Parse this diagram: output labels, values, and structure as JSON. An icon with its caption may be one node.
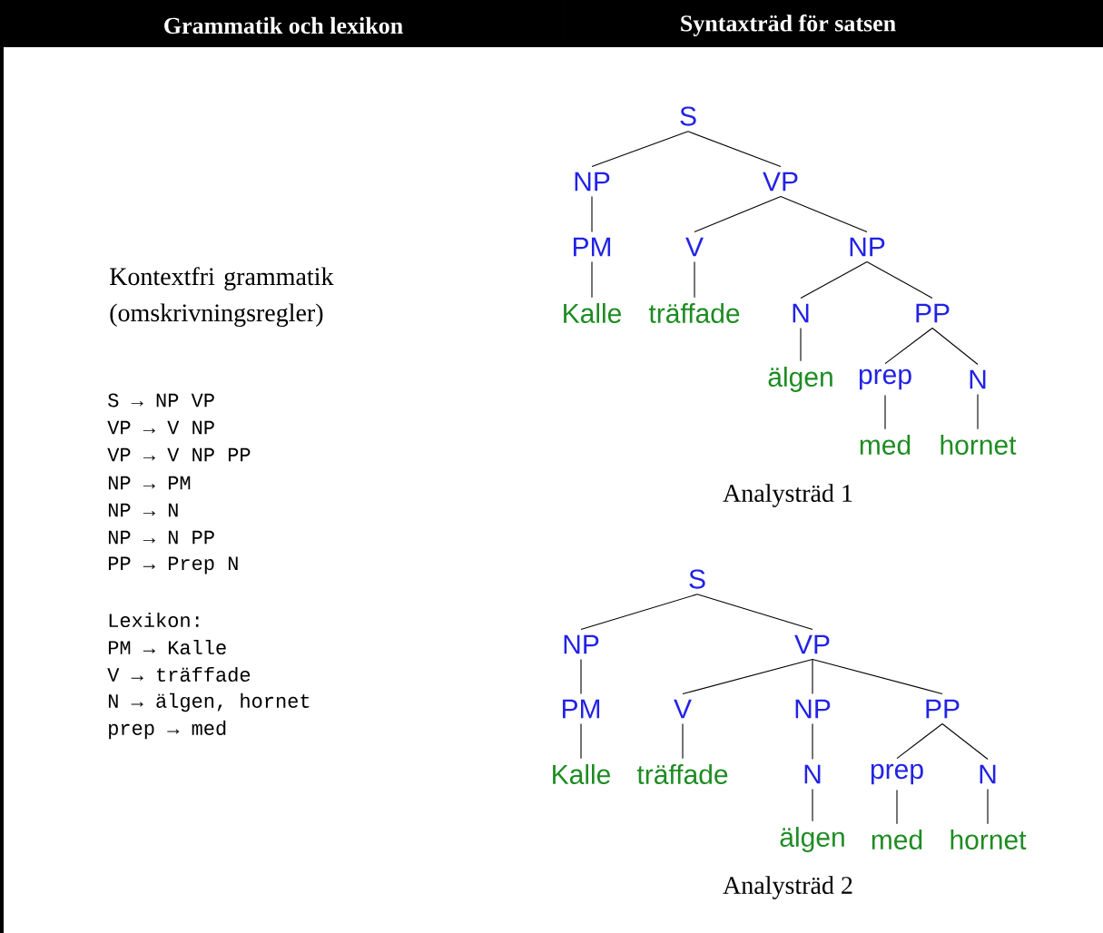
{
  "diagram": {
    "nodes": [
      {
        "text": [
          "S"
        ]
      },
      {
        "text": [
          "NP"
        ]
      },
      {
        "text": [
          "VP"
        ]
      },
      {
        "text": [
          "PM"
        ]
      },
      {
        "text": [
          "V"
        ]
      },
      {
        "text": [
          "NP"
        ]
      },
      {
        "text": [
          "Kalle"
        ]
      },
      {
        "text": [
          "träffade"
        ]
      },
      {
        "text": [
          "N"
        ]
      },
      {
        "text": [
          "PP"
        ]
      },
      {
        "text": [
          "älgen"
        ]
      },
      {
        "text": [
          "prep"
        ]
      },
      {
        "text": [
          "N"
        ]
      },
      {
        "text": [
          "med"
        ]
      },
      {
        "text": [
          "hornet"
        ]
      },
      {
        "text": [
          "S"
        ]
      },
      {
        "text": [
          "NP"
        ]
      },
      {
        "text": [
          "VP"
        ]
      },
      {
        "text": [
          "PM"
        ]
      },
      {
        "text": [
          "V"
        ]
      },
      {
        "text": [
          "NP"
        ]
      },
      {
        "text": [
          "PP"
        ]
      },
      {
        "text": [
          "Kalle"
        ]
      },
      {
        "text": [
          "träffade"
        ]
      },
      {
        "text": [
          "N"
        ]
      },
      {
        "text": [
          "prep"
        ]
      },
      {
        "text": [
          "N"
        ]
      },
      {
        "text": [
          "älgen"
        ]
      },
      {
        "text": [
          "med"
        ]
      },
      {
        "text": [
          "hornet"
        ]
      }
    ],
    "edges": [
      {
        "from": 0,
        "to": 1,
        "arrow": "none"
      },
      {
        "from": 0,
        "to": 2,
        "arrow": "none"
      },
      {
        "from": 1,
        "to": 3,
        "arrow": "none"
      },
      {
        "from": 2,
        "to": 4,
        "arrow": "none"
      },
      {
        "from": 2,
        "to": 5,
        "arrow": "none"
      },
      {
        "from": 3,
        "to": 6,
        "arrow": "none"
      },
      {
        "from": 4,
        "to": 7,
        "arrow": "none"
      },
      {
        "from": 5,
        "to": 8,
        "arrow": "none"
      },
      {
        "from": 5,
        "to": 9,
        "arrow": "none"
      },
      {
        "from": 8,
        "to": 10,
        "arrow": "none"
      },
      {
        "from": 9,
        "to": 11,
        "arrow": "none"
      },
      {
        "from": 9,
        "to": 12,
        "arrow": "none"
      },
      {
        "from": 11,
        "to": 13,
        "arrow": "none"
      },
      {
        "from": 12,
        "to": 14,
        "arrow": "none"
      },
      {
        "from": 15,
        "to": 16,
        "arrow": "none"
      },
      {
        "from": 15,
        "to": 17,
        "arrow": "none"
      },
      {
        "from": 16,
        "to": 18,
        "arrow": "none"
      },
      {
        "from": 17,
        "to": 19,
        "arrow": "none"
      },
      {
        "from": 17,
        "to": 20,
        "arrow": "none"
      },
      {
        "from": 17,
        "to": 21,
        "arrow": "none"
      },
      {
        "from": 18,
        "to": 22,
        "arrow": "none"
      },
      {
        "from": 19,
        "to": 23,
        "arrow": "none"
      },
      {
        "from": 20,
        "to": 24,
        "arrow": "none"
      },
      {
        "from": 21,
        "to": 25,
        "arrow": "none"
      },
      {
        "from": 21,
        "to": 26,
        "arrow": "none"
      },
      {
        "from": 24,
        "to": 27,
        "arrow": "none"
      },
      {
        "from": 25,
        "to": 28,
        "arrow": "none"
      },
      {
        "from": 26,
        "to": 29,
        "arrow": "none"
      }
    ],
    "labels": [
      "Grammatik och lexikon",
      "Syntaxträd för satsen",
      "Kontextfri grammatik (omskrivningsregler)",
      "S → NP VP",
      "VP → V NP",
      "VP → V NP PP",
      "NP → PM",
      "NP → N",
      "NP → N PP",
      "PP → Prep N",
      "Lexikon:",
      "PM → Kalle",
      "V → träffade",
      "N → älgen, hornet",
      "prep → med",
      "Analysträd 1",
      "Analysträd 2"
    ]
  }
}
